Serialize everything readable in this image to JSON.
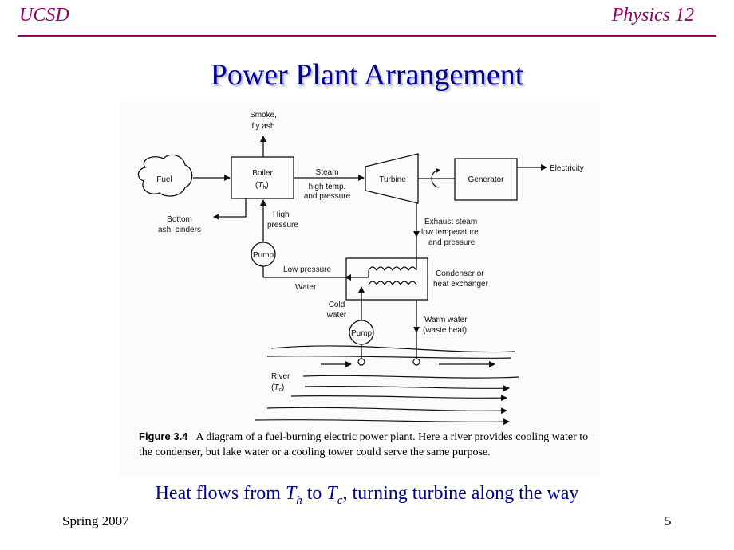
{
  "header": {
    "left": "UCSD",
    "right": "Physics 12"
  },
  "title": "Power Plant Arrangement",
  "diagram": {
    "smoke": "Smoke,",
    "smoke2": "fly ash",
    "fuel": "Fuel",
    "boiler": "Boiler",
    "th_T": "T",
    "th_sub": "h",
    "steam": "Steam",
    "high_temp": "high temp.",
    "and_pressure": "and pressure",
    "turbine": "Turbine",
    "generator": "Generator",
    "electricity": "Electricity",
    "bottom": "Bottom",
    "ash": "ash, cinders",
    "high": "High",
    "pressure": "pressure",
    "pump_top": "Pump",
    "exhaust1": "Exhaust steam",
    "exhaust2": "low temperature",
    "exhaust3": "and pressure",
    "low_pressure": "Low pressure",
    "water": "Water",
    "condenser1": "Condenser or",
    "condenser2": "heat exchanger",
    "cold": "Cold",
    "cold2": "water",
    "pump_bottom": "Pump",
    "warm1": "Warm water",
    "warm2": "(waste heat)",
    "river": "River",
    "tc_T": "T",
    "tc_sub": "c"
  },
  "caption": {
    "label": "Figure 3.4",
    "text": "A diagram of a fuel-burning electric power plant. Here a river provides cooling water to the condenser, but lake water or a cooling tower could serve the same purpose."
  },
  "note": {
    "before": "Heat flows from ",
    "t1": "T",
    "s1": "h",
    "mid": " to ",
    "t2": "T",
    "s2": "c",
    "after": ", turning turbine along the way"
  },
  "footer": {
    "left": "Spring 2007",
    "right": "5"
  }
}
